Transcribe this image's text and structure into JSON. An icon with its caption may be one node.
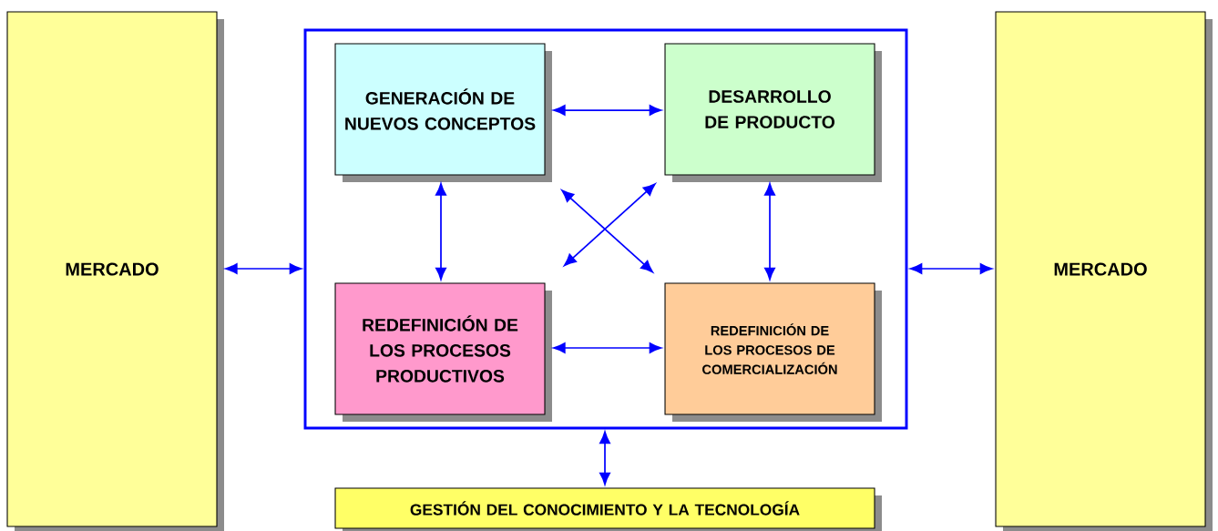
{
  "diagram": {
    "nodes": [
      {
        "text": [
          "MERCADO"
        ]
      },
      {
        "text": [],
        "shape": "box"
      },
      {
        "text": [
          "GENERACIÓN DE NUEVOS CONCEPTOS"
        ],
        "in": 1
      },
      {
        "text": [
          "DESARROLLO DE PRODUCTO"
        ],
        "in": 1
      },
      {
        "text": [
          "REDEFINICIÓN DE LOS PROCESOS PRODUCTIVOS"
        ],
        "in": 1
      },
      {
        "text": [
          "REDEFINICIÓN DE LOS PROCESOS DE COMERCIALIZACIÓN"
        ],
        "in": 1
      },
      {
        "text": [
          "MERCADO"
        ]
      },
      {
        "text": [
          "GESTIÓN DEL CONOCIMIENTO Y LA TECNOLOGÍA"
        ]
      }
    ],
    "edges": [
      {
        "from": 0,
        "to": 1,
        "arrow": "both"
      },
      {
        "from": 2,
        "to": 3,
        "arrow": "both"
      },
      {
        "from": 2,
        "to": 4,
        "arrow": "both"
      },
      {
        "from": 2,
        "to": 5,
        "arrow": "both"
      },
      {
        "from": 3,
        "to": 4,
        "arrow": "both"
      },
      {
        "from": 3,
        "to": 5,
        "arrow": "both"
      },
      {
        "from": 4,
        "to": 5,
        "arrow": "both"
      },
      {
        "from": 1,
        "to": 6,
        "arrow": "both"
      },
      {
        "from": 1,
        "to": 7,
        "arrow": "both"
      }
    ]
  }
}
